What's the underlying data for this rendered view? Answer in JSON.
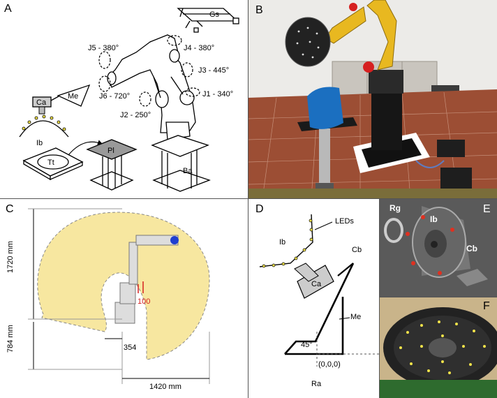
{
  "panels": {
    "A": {
      "label": "A",
      "joints": [
        "J5 - 380°",
        "J4 - 380°",
        "J3 - 445°",
        "J6 - 720°",
        "J1 - 340°",
        "J2 - 250°"
      ],
      "parts": {
        "gs": "Gs",
        "me": "Me",
        "ca": "Ca",
        "ib": "Ib",
        "tt": "Tt",
        "pl": "Pl",
        "ba": "Ba"
      }
    },
    "B": {
      "label": "B"
    },
    "C": {
      "label": "C",
      "dims": {
        "height_upper": "1720 mm",
        "height_lower": "784 mm",
        "width": "1420 mm",
        "offset": "354",
        "marker": "100"
      }
    },
    "D": {
      "label": "D",
      "parts": {
        "leds": "LEDs",
        "ib": "Ib",
        "cb": "Cb",
        "ca": "Ca",
        "me": "Me",
        "angle": "45°",
        "origin": "(0,0,0)",
        "ra": "Ra"
      }
    },
    "E": {
      "label": "E",
      "parts": {
        "rg": "Rg",
        "ib": "Ib",
        "cb": "Cb"
      }
    },
    "F": {
      "label": "F"
    },
    "colors": {
      "yellow": "#f7e7a0",
      "led_yellow": "#f2e34a",
      "robot_yellow": "#e8b820",
      "red": "#d62020",
      "blue": "#1f3fd0"
    }
  }
}
